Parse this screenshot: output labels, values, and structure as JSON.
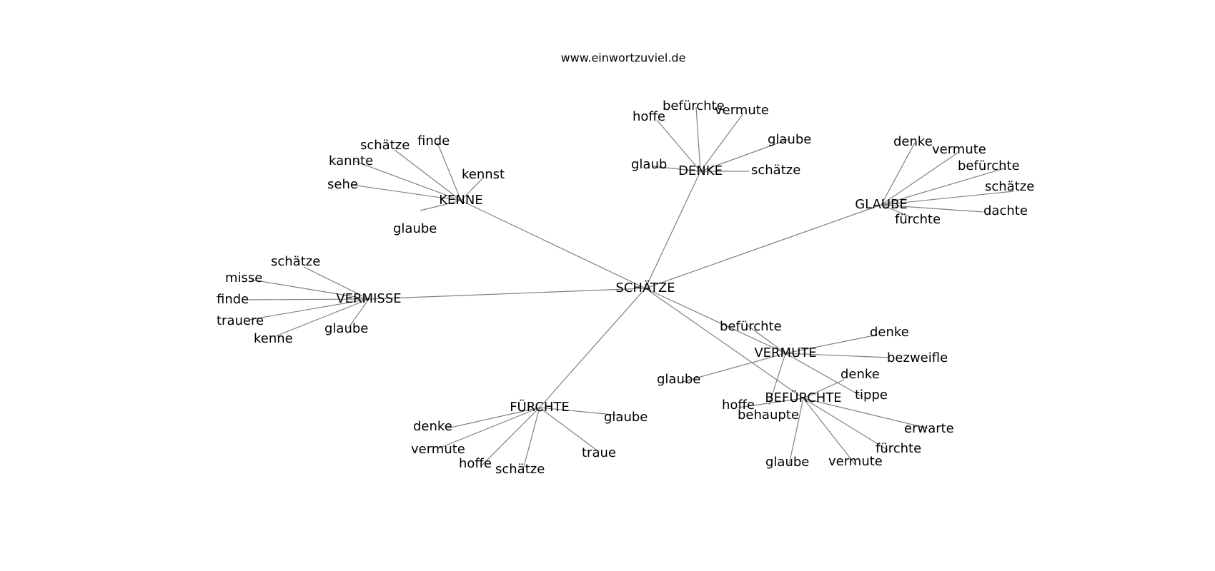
{
  "title": "www.einwortzuviel.de",
  "center": "SCHÄTZE",
  "clusters": [
    {
      "hub": "KENNE",
      "leaves": [
        "finde",
        "schätze",
        "kannte",
        "sehe",
        "kennst",
        "glaube"
      ]
    },
    {
      "hub": "DENKE",
      "leaves": [
        "hoffe",
        "befürchte",
        "vermute",
        "glaube",
        "glaub",
        "schätze"
      ]
    },
    {
      "hub": "GLAUBE",
      "leaves": [
        "denke",
        "vermute",
        "befürchte",
        "schätze",
        "dachte",
        "fürchte"
      ]
    },
    {
      "hub": "VERMISSE",
      "leaves": [
        "schätze",
        "misse",
        "finde",
        "trauere",
        "kenne",
        "glaube"
      ]
    },
    {
      "hub": "VERMUTE",
      "leaves": [
        "befürchte",
        "denke",
        "bezweifle",
        "glaube",
        "tippe",
        "behaupte"
      ]
    },
    {
      "hub": "BEFÜRCHTE",
      "leaves": [
        "denke",
        "hoffe",
        "erwarte",
        "fürchte",
        "vermute",
        "glaube"
      ]
    },
    {
      "hub": "FÜRCHTE",
      "leaves": [
        "denke",
        "glaube",
        "vermute",
        "hoffe",
        "schätze",
        "traue"
      ]
    }
  ]
}
